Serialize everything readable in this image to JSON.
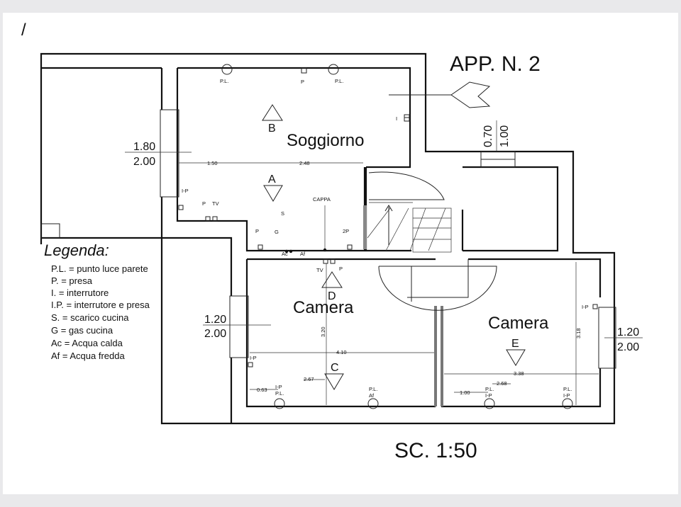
{
  "drawing": {
    "title": "APP. N. 2",
    "scale": "SC. 1:50",
    "corner_mark": "/"
  },
  "rooms": {
    "living": "Soggiorno",
    "bedroom_left": "Camera",
    "bedroom_right": "Camera"
  },
  "views": {
    "A": "A",
    "B": "B",
    "C": "C",
    "D": "D",
    "E": "E"
  },
  "windows": {
    "living": {
      "top": "1.80",
      "bottom": "2.00"
    },
    "bedroom_left": {
      "top": "1.20",
      "bottom": "2.00"
    },
    "bedroom_right": {
      "top": "1.20",
      "bottom": "2.00"
    },
    "entrance": {
      "top": "0.70",
      "bottom": "1.00"
    }
  },
  "dimensions": {
    "living_left": "1.50",
    "living_right": "2.48",
    "bedroom_left_width": "4.10",
    "bedroom_left_height": "3.20",
    "bedroom_left_inner": "2.67",
    "bedroom_left_offset": "0.63",
    "bedroom_right_width": "3.38",
    "bedroom_right_inner": "2.68",
    "bedroom_right_offset": "1.00",
    "bedroom_right_height": "3.18"
  },
  "symbols": {
    "pl": "P.L.",
    "p": "P",
    "i": "I",
    "ip": "I-P",
    "tv": "TV",
    "s": "S",
    "g": "G",
    "twop": "2P",
    "cappa": "CAPPA",
    "ac": "Ac",
    "af": "Af"
  },
  "legend": {
    "title": "Legenda:",
    "items": [
      "P.L. = punto luce parete",
      "P. = presa",
      "I. = interrutore",
      "I.P. = interrutore e presa",
      "S. = scarico cucina",
      "G = gas cucina",
      "Ac = Acqua calda",
      "Af = Acqua fredda"
    ]
  }
}
